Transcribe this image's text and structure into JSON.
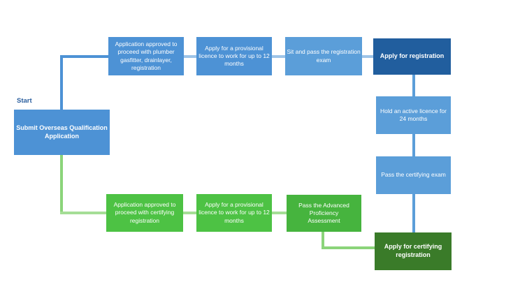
{
  "flowchart": {
    "start_label": "Start",
    "nodes": {
      "submit": {
        "label": "Submit Overseas Qualification Application"
      },
      "approved_plumber": {
        "label": "Application approved to proceed with plumber gasfitter, drainlayer, registration"
      },
      "provisional_licence_top": {
        "label": "Apply for a provisional licence to work for up to 12 months"
      },
      "registration_exam": {
        "label": "Sit and pass the registration exam"
      },
      "apply_registration": {
        "label": "Apply for registration"
      },
      "hold_licence": {
        "label": "Hold an active licence for 24 months"
      },
      "certifying_exam": {
        "label": "Pass the certifying exam"
      },
      "approved_certifying": {
        "label": "Application approved to proceed with certifying registration"
      },
      "provisional_licence_bottom": {
        "label": "Apply for a provisional licence to work for up to 12 months"
      },
      "advanced_assessment": {
        "label": "Pass the Advanced Proficiency Assessment"
      },
      "apply_certifying": {
        "label": "Apply for certifying registration"
      }
    },
    "colors": {
      "blue_medium": "#4D92D5",
      "blue_light": "#5B9ED9",
      "blue_dark": "#215E9E",
      "blue_connector_light": "#9DC4E8",
      "green_bright": "#4DC244",
      "green_medium": "#46B43E",
      "green_dark": "#3A7B29",
      "green_connector_light": "#A5DE96",
      "green_connector_medium": "#8BD47A",
      "start_text": "#2A5E9E"
    }
  }
}
